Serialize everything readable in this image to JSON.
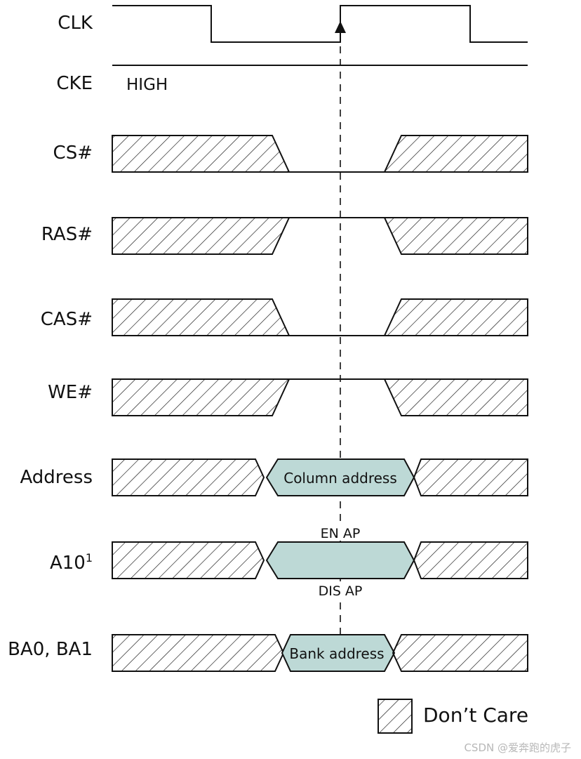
{
  "signals": [
    {
      "id": "clk",
      "label": "CLK"
    },
    {
      "id": "cke",
      "label": "CKE"
    },
    {
      "id": "cs",
      "label": "CS#"
    },
    {
      "id": "ras",
      "label": "RAS#"
    },
    {
      "id": "cas",
      "label": "CAS#"
    },
    {
      "id": "we",
      "label": "WE#"
    },
    {
      "id": "address",
      "label": "Address"
    },
    {
      "id": "a10",
      "label": "A10",
      "superscript": "1"
    },
    {
      "id": "ba",
      "label": "BA0, BA1"
    }
  ],
  "annotations": {
    "cke_level": "HIGH",
    "column_address": "Column address",
    "en_ap": "EN AP",
    "dis_ap": "DIS AP",
    "bank_address": "Bank address"
  },
  "legend": {
    "label": "Don’t Care"
  },
  "watermark": "CSDN @爱奔跑的虎子",
  "colors": {
    "bus_fill": "#bdd9d6",
    "line": "#111111"
  }
}
